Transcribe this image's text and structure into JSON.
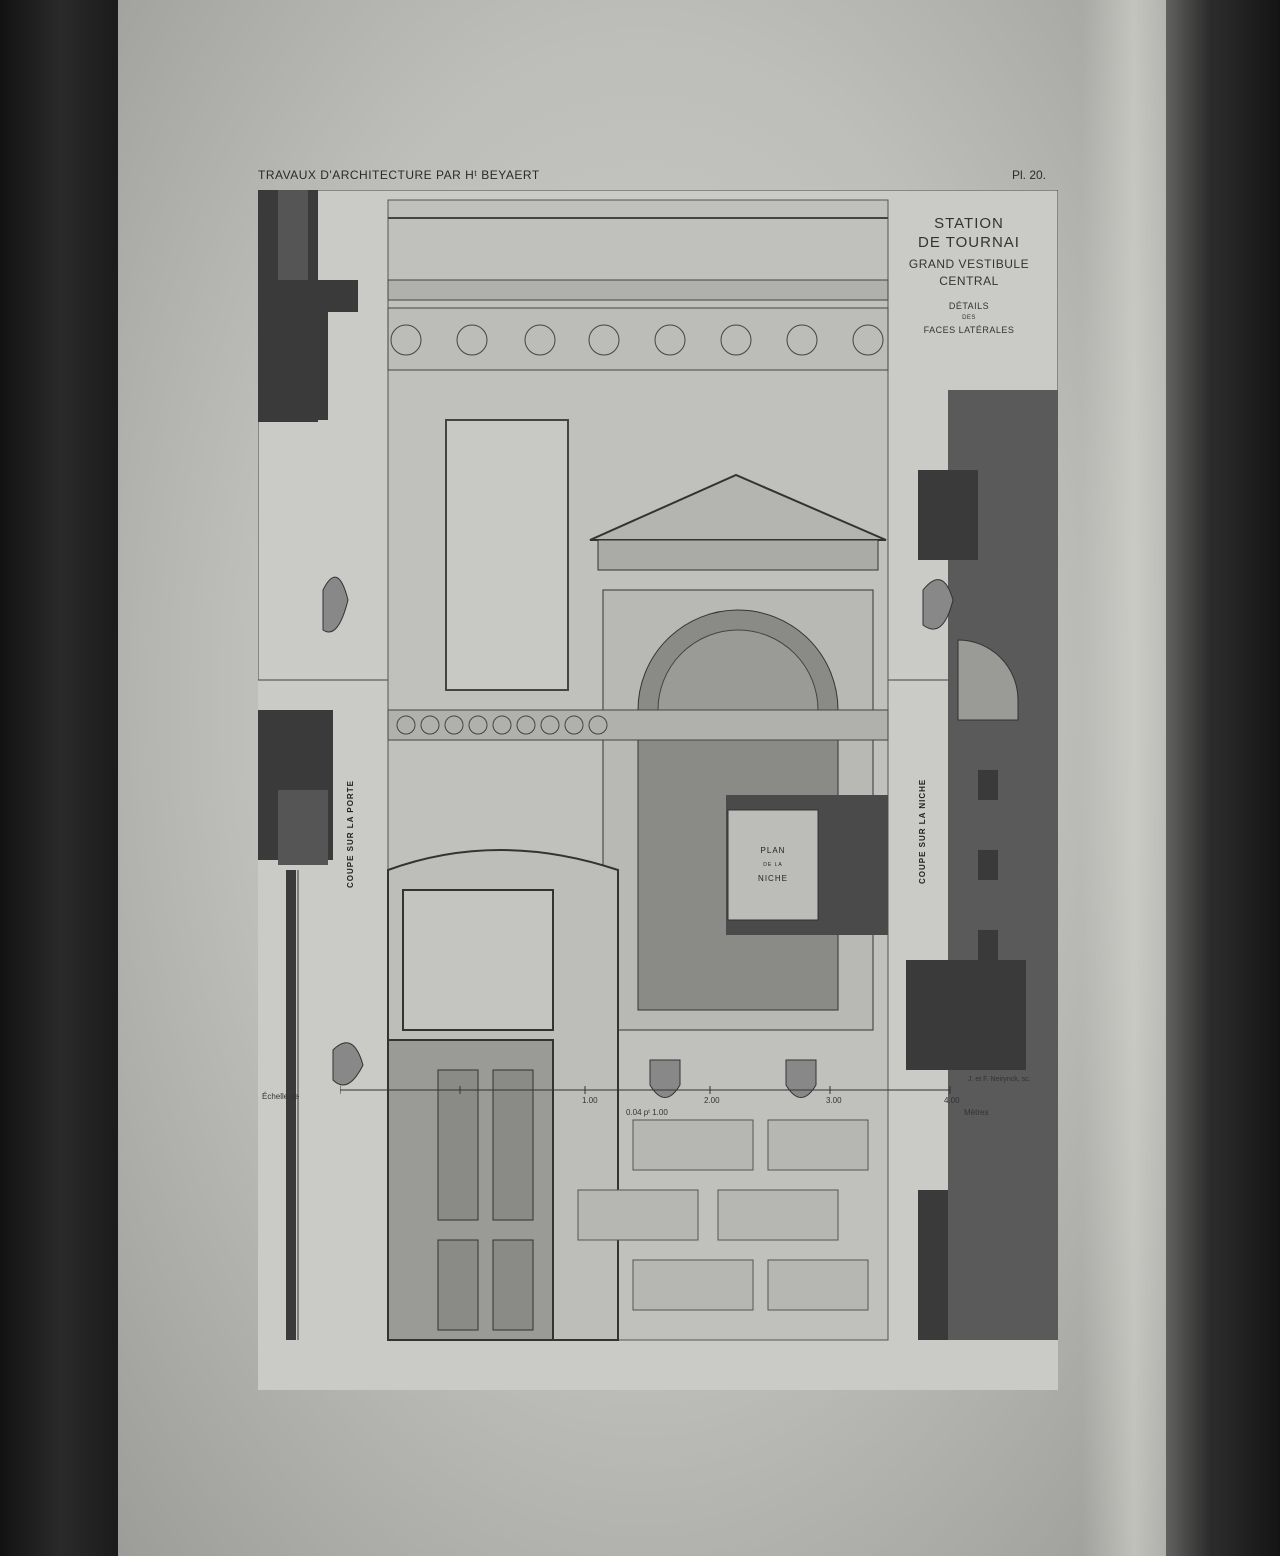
{
  "plate": {
    "series_title": "TRAVAUX D'ARCHITECTURE PAR Hᵗ BEYAERT",
    "plate_number": "Pl. 20.",
    "title_line1": "STATION",
    "title_line2": "DE TOURNAI",
    "subtitle_line1": "GRAND VESTIBULE",
    "subtitle_line2": "CENTRAL",
    "detail_line1": "DÉTAILS",
    "detail_line2": "DES",
    "detail_line3": "FACES LATÉRALES",
    "section_left": "COUPE SUR LA PORTE",
    "section_right": "COUPE SUR LA NICHE",
    "plan_line1": "PLAN",
    "plan_line2": "DE LA",
    "plan_line3": "NICHE",
    "scale_prefix": "Échelle de",
    "scale_ratio": "0.04 pᵗ 1.00",
    "scale_unit": "Mètres",
    "scale_ticks": [
      "1.00",
      "2.00",
      "3.00",
      "4.00"
    ],
    "engraver": "J. et F. Neirynck, sc."
  },
  "colors": {
    "sheet": "#c7c7c3",
    "ink": "#2a2a2a",
    "section_fill": "#3a3a3a",
    "shade": "#8a8a86"
  }
}
